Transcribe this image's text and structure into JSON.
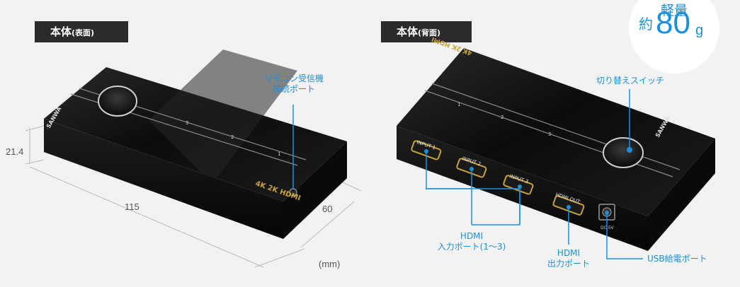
{
  "front": {
    "tag_main": "本体",
    "tag_sub": "(表面)",
    "remote_label_line1": "リモコン受信機",
    "remote_label_line2": "接続ポート",
    "device_text": "4K 2K  HDMI",
    "brand": "SANWA",
    "port_numbers": [
      "3",
      "2",
      "1"
    ]
  },
  "back": {
    "tag_main": "本体",
    "tag_sub": "(背面)",
    "switch_label": "切り替えスイッチ",
    "device_text": "4K 2K HDMI",
    "brand": "SANWA",
    "port_numbers": [
      "1",
      "2",
      "3"
    ],
    "ports": [
      "INPUT 1",
      "INPUT 2",
      "INPUT 3",
      "HDMI OUT"
    ],
    "dc_label": "DC 5V",
    "hdmi_in_line1": "HDMI",
    "hdmi_in_line2": "入力ポート(1〜3)",
    "hdmi_out_line1": "HDMI",
    "hdmi_out_line2": "出力ポート",
    "usb_label": "USB給電ポート"
  },
  "weight": {
    "label": "軽量",
    "prefix": "約",
    "value": "80",
    "unit": "g"
  },
  "dimensions": {
    "height": "21.4",
    "width": "115",
    "depth": "60",
    "unit": "(mm)"
  },
  "colors": {
    "accent": "#1d8fd8",
    "tag_bg": "#2b2b2b",
    "device_body": "#0d0d0d",
    "gold": "#c9a23c"
  }
}
